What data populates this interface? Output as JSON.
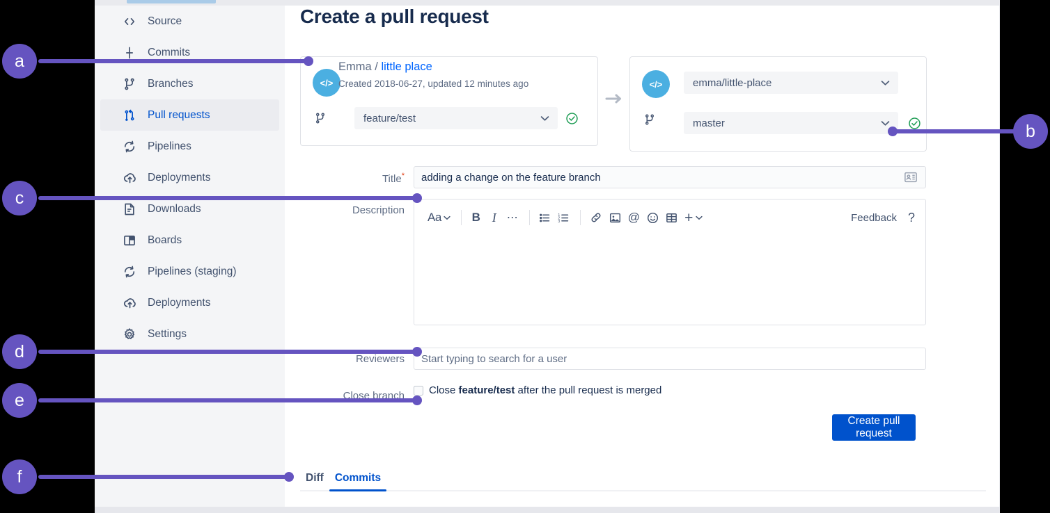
{
  "page": {
    "title": "Create a pull request"
  },
  "sidebar": {
    "items": [
      {
        "label": "Source",
        "icon": "code-icon",
        "active": false
      },
      {
        "label": "Commits",
        "icon": "commits-icon",
        "active": false
      },
      {
        "label": "Branches",
        "icon": "branch-icon",
        "active": false
      },
      {
        "label": "Pull requests",
        "icon": "pull-request-icon",
        "active": true
      },
      {
        "label": "Pipelines",
        "icon": "pipelines-icon",
        "active": false
      },
      {
        "label": "Deployments",
        "icon": "deployments-icon",
        "active": false
      },
      {
        "label": "Downloads",
        "icon": "downloads-icon",
        "active": false
      },
      {
        "label": "Boards",
        "icon": "boards-icon",
        "active": false
      },
      {
        "label": "Pipelines (staging)",
        "icon": "pipelines-icon",
        "active": false
      },
      {
        "label": "Deployments",
        "icon": "deployments-icon",
        "active": false
      },
      {
        "label": "Settings",
        "icon": "gear-icon",
        "active": false
      }
    ]
  },
  "source": {
    "owner": "Emma",
    "separator": "/",
    "repo_link": "little place",
    "meta": "Created 2018-06-27, updated 12 minutes ago",
    "branch": "feature/test",
    "avatar_icon": "code-repo-icon",
    "branch_icon": "branch-icon",
    "status_icon": "check-circle-icon"
  },
  "destination": {
    "repo": "emma/little-place",
    "branch": "master",
    "avatar_icon": "code-repo-icon",
    "branch_icon": "branch-icon",
    "status_icon": "check-circle-icon"
  },
  "form": {
    "title_label": "Title",
    "title_required_mark": "*",
    "title_value": "adding a change on the feature branch",
    "title_trailing_icon": "template-card-icon",
    "description_label": "Description",
    "reviewers_label": "Reviewers",
    "reviewers_placeholder": "Start typing to search for a user",
    "close_branch_label": "Close branch",
    "close_branch_prefix": "Close ",
    "close_branch_branch": "feature/test",
    "close_branch_suffix": " after the pull request is merged",
    "submit_label": "Create pull request"
  },
  "editor_toolbar": {
    "buttons": [
      {
        "name": "text-style-button",
        "glyph": "Aa",
        "has_chevron": true
      },
      {
        "name": "bold-button",
        "glyph": "B",
        "has_chevron": false
      },
      {
        "name": "italic-button",
        "glyph": "I",
        "has_chevron": false
      },
      {
        "name": "more-formatting-button",
        "glyph": "⋯",
        "has_chevron": false
      },
      {
        "name": "bullet-list-button",
        "glyph": "list",
        "has_chevron": false
      },
      {
        "name": "numbered-list-button",
        "glyph": "olist",
        "has_chevron": false
      },
      {
        "name": "link-button",
        "glyph": "link",
        "has_chevron": false
      },
      {
        "name": "image-button",
        "glyph": "image",
        "has_chevron": false
      },
      {
        "name": "mention-button",
        "glyph": "@",
        "has_chevron": false
      },
      {
        "name": "emoji-button",
        "glyph": "emoji",
        "has_chevron": false
      },
      {
        "name": "table-button",
        "glyph": "table",
        "has_chevron": false
      },
      {
        "name": "insert-more-button",
        "glyph": "+",
        "has_chevron": true
      }
    ],
    "feedback_label": "Feedback",
    "help_label": "?"
  },
  "tabs": [
    {
      "label": "Diff",
      "active": false
    },
    {
      "label": "Commits",
      "active": true
    }
  ],
  "callouts": [
    {
      "id": "a",
      "label": "a"
    },
    {
      "id": "b",
      "label": "b"
    },
    {
      "id": "c",
      "label": "c"
    },
    {
      "id": "d",
      "label": "d"
    },
    {
      "id": "e",
      "label": "e"
    },
    {
      "id": "f",
      "label": "f"
    }
  ],
  "colors": {
    "callout": "#6554c0",
    "primary_button": "#0052cc",
    "link": "#0065ff",
    "success": "#36b37e",
    "sidebar_bg": "#f4f5f7",
    "text": "#172b4d",
    "subtle_text": "#5e6c84",
    "repo_avatar": "#4bafe1"
  }
}
